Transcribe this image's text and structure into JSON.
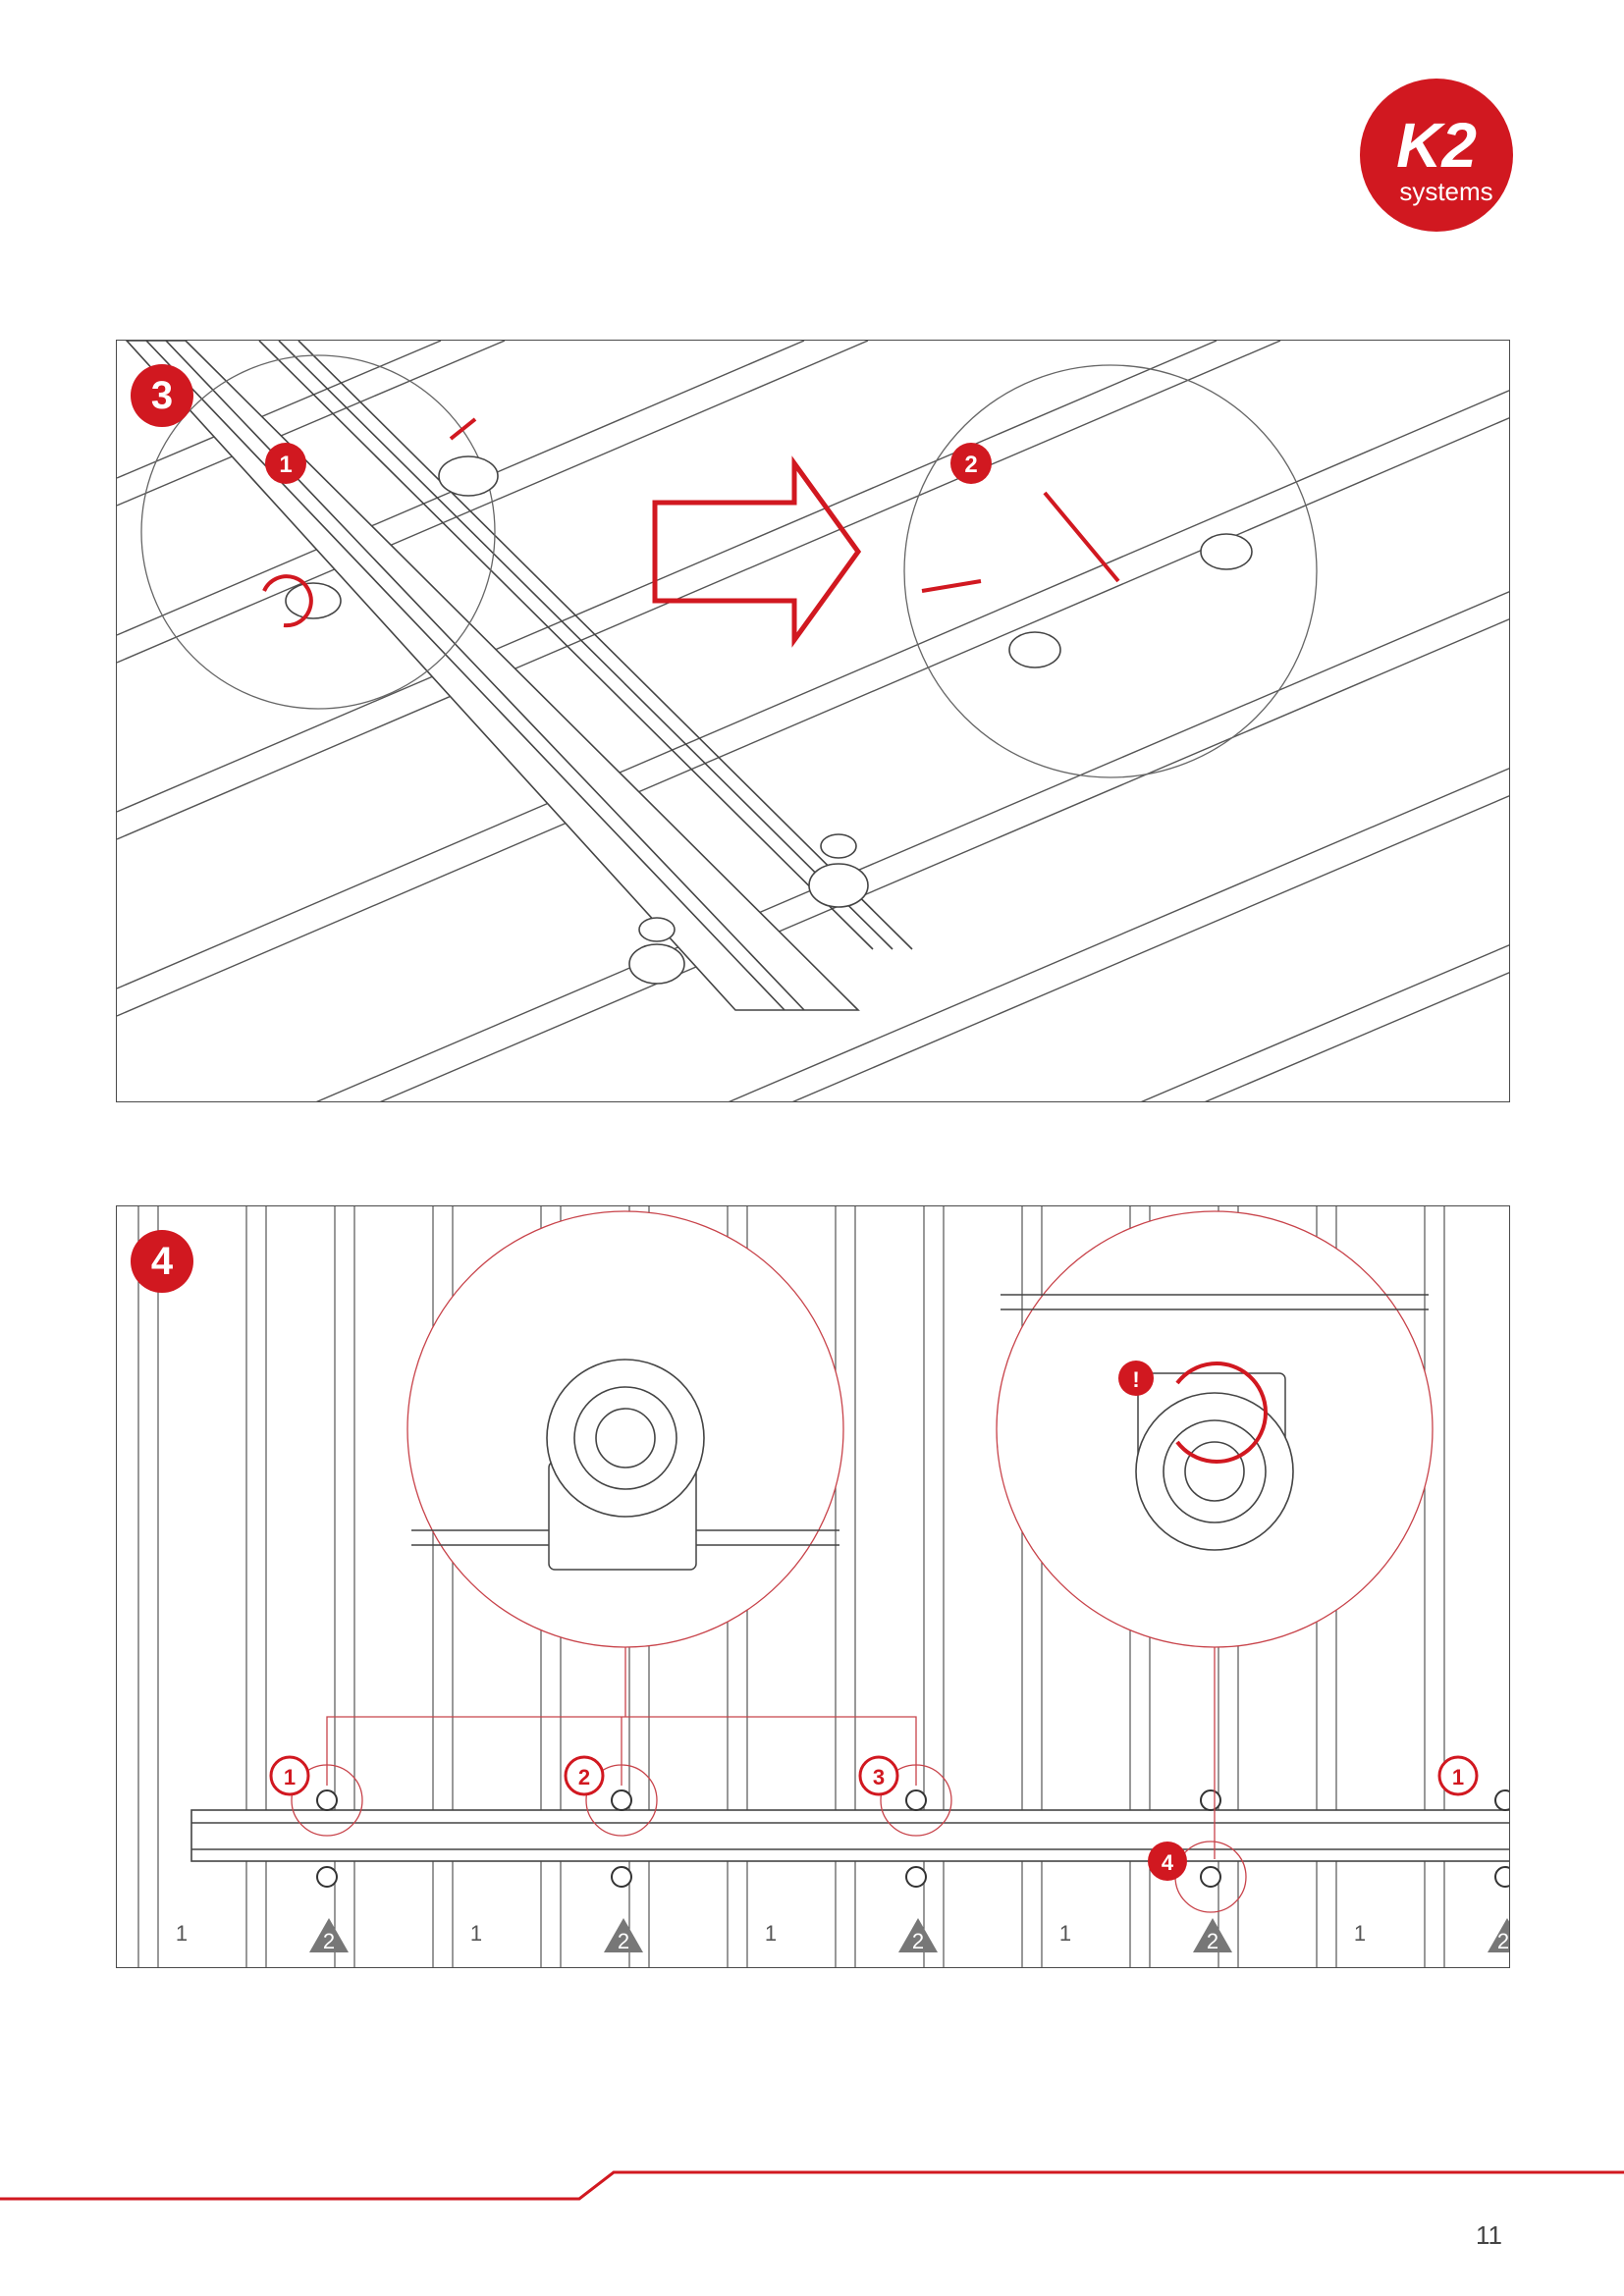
{
  "brand": {
    "logo_text": "K2",
    "logo_sub": "systems",
    "color": "#d11820"
  },
  "figure3": {
    "step": "3",
    "callouts": [
      "1",
      "2"
    ]
  },
  "figure4": {
    "step": "4",
    "callouts": [
      "1",
      "2",
      "3",
      "1",
      "4"
    ],
    "warning": "!",
    "zone_labels": [
      "1",
      "2",
      "1",
      "2",
      "1",
      "2",
      "1",
      "2",
      "1",
      "2"
    ]
  },
  "footer": {
    "page_number": "11"
  },
  "colors": {
    "accent": "#d11820",
    "line": "#4a4a4a"
  }
}
